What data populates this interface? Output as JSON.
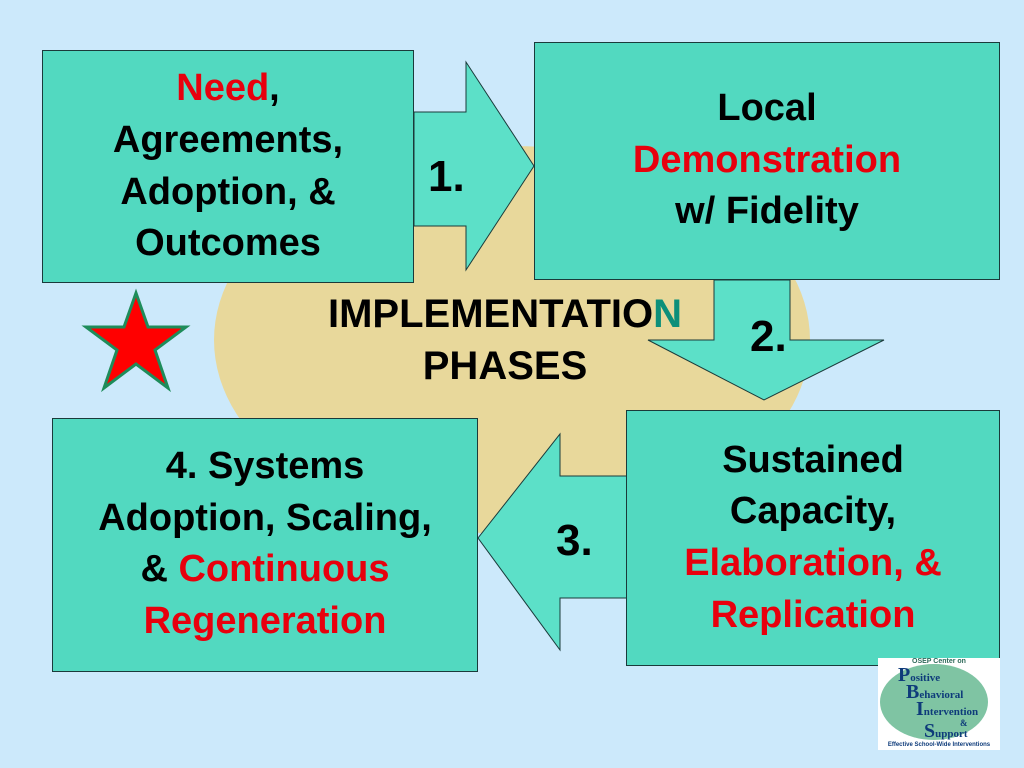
{
  "center": {
    "line1": "IMPLEMENTATION",
    "line2": "PHASES"
  },
  "box1": {
    "red": "Need",
    "after_red": ",",
    "line2": "Agreements,",
    "line3": "Adoption, &",
    "line4": "Outcomes"
  },
  "box2": {
    "line1": "Local",
    "red": "Demonstration",
    "line3": "w/ Fidelity"
  },
  "box3": {
    "line1": "Sustained",
    "line2": "Capacity,",
    "red1": "Elaboration, &",
    "red2": "Replication"
  },
  "box4": {
    "line1": "4. Systems",
    "line2": "Adoption, Scaling,",
    "prefix": "&",
    "red1": "Continuous",
    "red2": "Regeneration"
  },
  "numbers": {
    "one": "1.",
    "two": "2.",
    "three": "3."
  },
  "logo": {
    "header": "OSEP Center on",
    "p_cap": "P",
    "p_rest": "ositive",
    "b_cap": "B",
    "b_rest": "ehavioral",
    "i_cap": "I",
    "i_rest": "ntervention",
    "amp": "&",
    "s_cap": "S",
    "s_rest": "upport",
    "footer": "Effective School-Wide Interventions"
  },
  "colors": {
    "background": "#cce9fb",
    "box_fill": "#52d9c0",
    "arrow_fill": "#5ce0c8",
    "ellipse_fill": "#e8d89b",
    "highlight_red": "#e8000d",
    "star_fill": "#ff0000",
    "star_stroke": "#1e8c5a"
  }
}
